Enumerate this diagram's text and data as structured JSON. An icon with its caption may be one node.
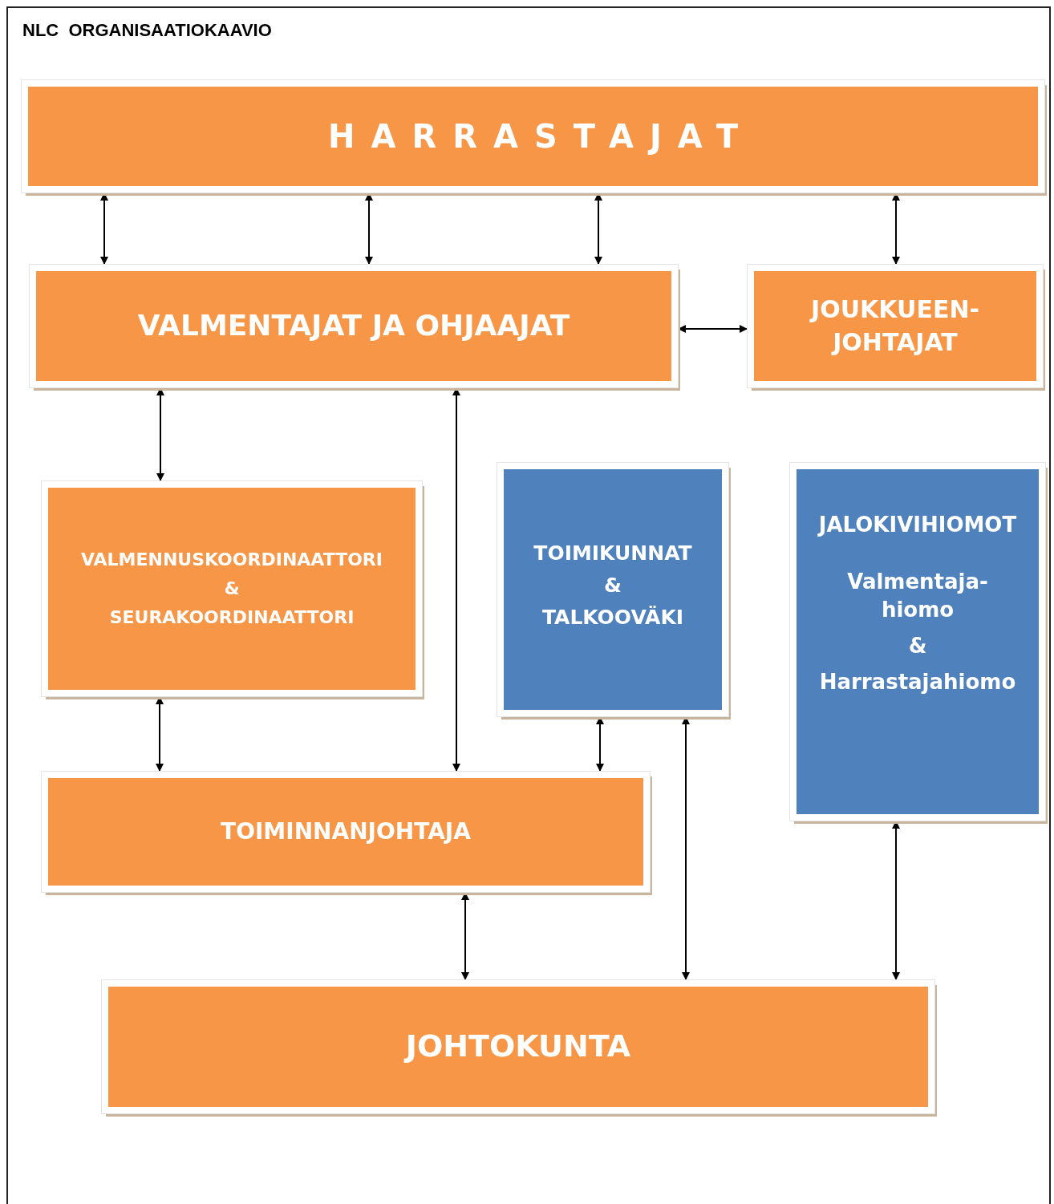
{
  "diagram": {
    "title": "NLC  ORGANISAATIOKAAVIO",
    "nodes": [
      {
        "text": [
          "HARRASTAJAT"
        ]
      },
      {
        "text": [
          "VALMENTAJAT JA OHJAAJAT"
        ]
      },
      {
        "text": [
          "JOUKKUEEN-JOHTAJAT"
        ]
      },
      {
        "text": [
          "VALMENNUSKOORDINAATTORI",
          "&",
          "SEURAKOORDINAATTORI"
        ]
      },
      {
        "text": [
          "TOIMIKUNNAT",
          "&",
          "TALKOOVÄKI"
        ]
      },
      {
        "text": [
          "JALOKIVIHIOMOT",
          "Valmentaja-hiomo",
          "&",
          "Harrastajahiomo"
        ]
      },
      {
        "text": [
          "TOIMINNANJOHTAJA"
        ]
      },
      {
        "text": [
          "JOHTOKUNTA"
        ]
      }
    ],
    "edges": [
      {
        "from": 0,
        "to": 1,
        "arrow": "both"
      },
      {
        "from": 0,
        "to": 1,
        "arrow": "both"
      },
      {
        "from": 0,
        "to": 1,
        "arrow": "both"
      },
      {
        "from": 0,
        "to": 2,
        "arrow": "both"
      },
      {
        "from": 1,
        "to": 2,
        "arrow": "both"
      },
      {
        "from": 1,
        "to": 3,
        "arrow": "both"
      },
      {
        "from": 1,
        "to": 6,
        "arrow": "both"
      },
      {
        "from": 3,
        "to": 6,
        "arrow": "both"
      },
      {
        "from": 4,
        "to": 6,
        "arrow": "both"
      },
      {
        "from": 6,
        "to": 7,
        "arrow": "both"
      },
      {
        "from": 4,
        "to": 7,
        "arrow": "both"
      },
      {
        "from": 5,
        "to": 7,
        "arrow": "both"
      }
    ]
  }
}
